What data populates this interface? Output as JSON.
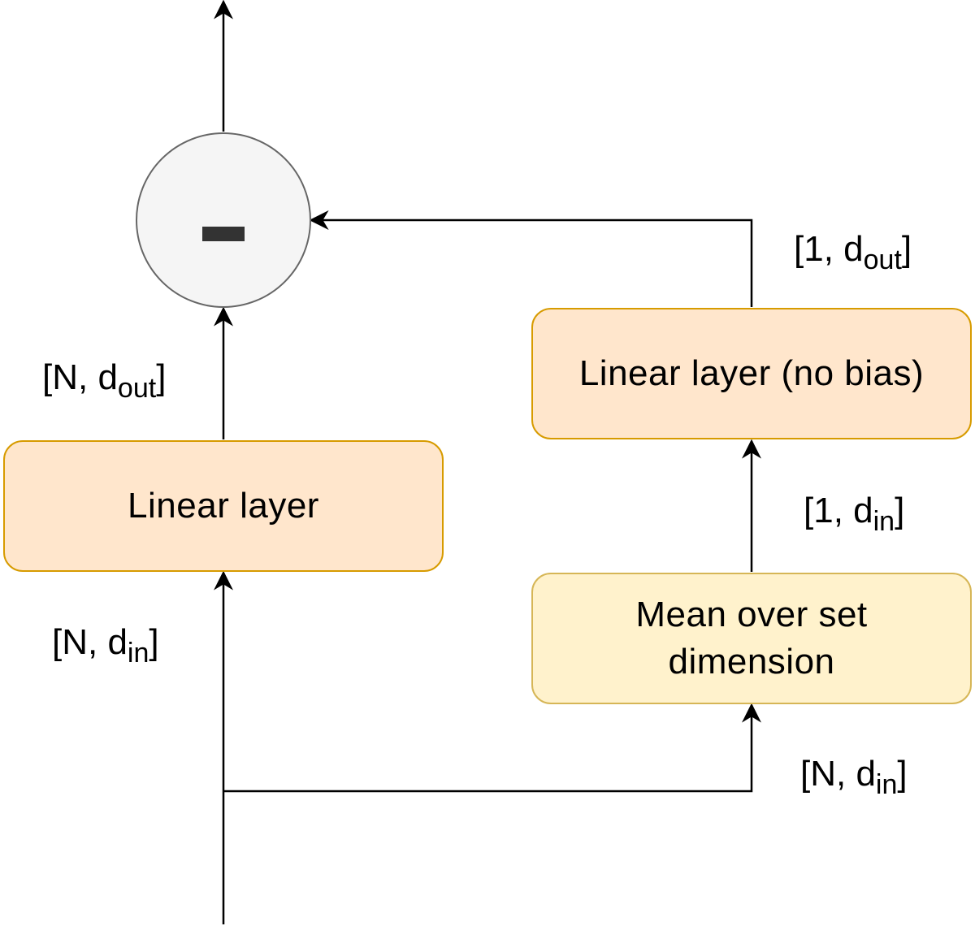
{
  "nodes": {
    "linear_layer": {
      "label": "Linear layer"
    },
    "linear_no_bias": {
      "label": "Linear layer (no bias)"
    },
    "mean_over_set": {
      "label_line1": "Mean over set",
      "label_line2": "dimension"
    },
    "minus_op": {
      "symbol": "minus"
    }
  },
  "edge_labels": {
    "left_input": {
      "prefix": "[N, d",
      "sub": "in",
      "suffix": "]"
    },
    "left_output": {
      "prefix": "[N, d",
      "sub": "out",
      "suffix": "]"
    },
    "right_input": {
      "prefix": "[N, d",
      "sub": "in",
      "suffix": "]"
    },
    "mean_output": {
      "prefix": "[1, d",
      "sub": "in",
      "suffix": "]"
    },
    "right_output": {
      "prefix": "[1, d",
      "sub": "out",
      "suffix": "]"
    }
  },
  "colors": {
    "linear_fill": "#ffe6cc",
    "linear_stroke": "#d79b00",
    "mean_fill": "#fff2cc",
    "mean_stroke": "#d6b656",
    "op_fill": "#f5f5f5",
    "op_stroke": "#666666",
    "edge": "#000000"
  }
}
